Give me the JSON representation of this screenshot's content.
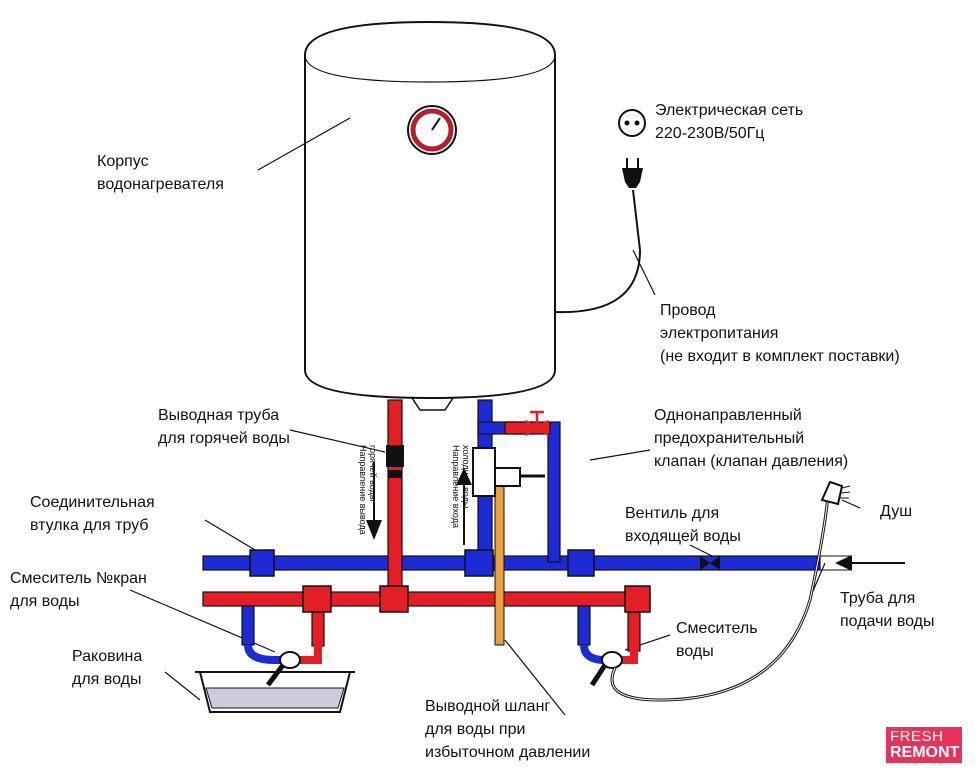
{
  "labels": {
    "tank": [
      "Корпус",
      "водонагревателя"
    ],
    "mains": [
      "Электрическая сеть",
      "220-230В/50Гц"
    ],
    "cable": [
      "Провод",
      "электропитания",
      "(не входит в комплект поставки)"
    ],
    "hot_outlet": [
      "Выводная труба",
      "для горячей воды"
    ],
    "valve": [
      "Однонаправленный",
      "предохранительный",
      "клапан (клапан давления)"
    ],
    "coupling": [
      "Соединительная",
      "втулка для труб"
    ],
    "inlet_valve": [
      "Вентиль для",
      "входящей воды"
    ],
    "shower": "Душ",
    "faucet_left": [
      "Смеситель №кран",
      "для воды"
    ],
    "supply_pipe": [
      "Труба для",
      "подачи воды"
    ],
    "mixer_right": [
      "Смеситель",
      "воды"
    ],
    "sink": [
      "Раковина",
      "для воды"
    ],
    "drain_hose": [
      "Выводной шланг",
      "для воды при",
      "избыточном давлении"
    ],
    "hot_direction": [
      "Направление вывода",
      "горячей воды"
    ],
    "cold_direction": [
      "Направление входа",
      "холодной воды"
    ]
  },
  "logo": {
    "line1": "FRESH",
    "line2": "REMONT"
  },
  "colors": {
    "hot": "#e31e24",
    "cold": "#1d2bd6",
    "hose": "#e8a040",
    "logo": "#e8325a"
  }
}
